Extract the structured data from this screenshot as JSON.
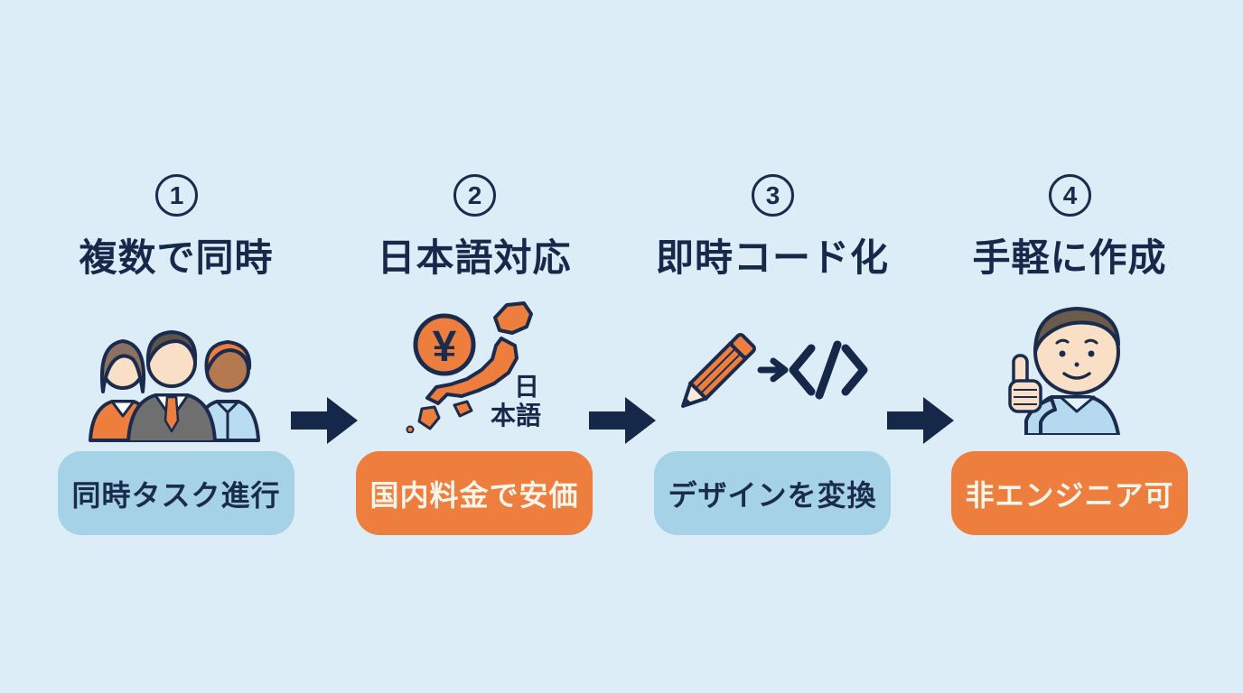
{
  "background_color": "#dcedf8",
  "colors": {
    "navy": "#1b2b4d",
    "orange": "#ee7e3e",
    "light_blue_badge": "#a6d2e8",
    "badge_text_light": "#fdf4ea"
  },
  "steps": [
    {
      "number": "1",
      "circled_number": "①",
      "title": "複数で同時",
      "icon": "people-group-icon",
      "badge": {
        "label": "同時タスク進行",
        "style": "light-blue"
      }
    },
    {
      "number": "2",
      "circled_number": "②",
      "title": "日本語対応",
      "icon": "yen-japan-map-icon",
      "yen_symbol": "¥",
      "map_label_line1": "日",
      "map_label_line2": "本語",
      "badge": {
        "label": "国内料金で安価",
        "style": "orange"
      }
    },
    {
      "number": "3",
      "circled_number": "③",
      "title": "即時コード化",
      "icon": "pencil-to-code-icon",
      "badge": {
        "label": "デザインを変換",
        "style": "light-blue"
      }
    },
    {
      "number": "4",
      "circled_number": "④",
      "title": "手軽に作成",
      "icon": "thumbs-up-person-icon",
      "badge": {
        "label": "非エンジニア可",
        "style": "orange"
      }
    }
  ],
  "arrows": [
    {
      "name": "arrow-step1-step2",
      "direction": "right"
    },
    {
      "name": "arrow-step2-step3",
      "direction": "right"
    },
    {
      "name": "arrow-step3-step4",
      "direction": "right"
    }
  ]
}
